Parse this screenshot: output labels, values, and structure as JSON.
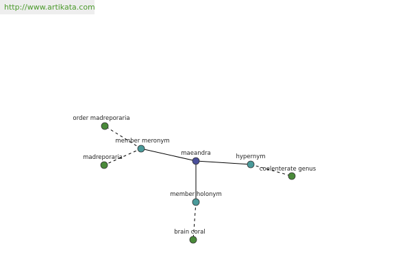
{
  "banner": {
    "url": "http://www.artikata.com"
  },
  "graph": {
    "nodes": [
      {
        "id": "maeandra",
        "label": "maeandra",
        "kind": "center"
      },
      {
        "id": "member-meronym",
        "label": "member meronym",
        "kind": "relation"
      },
      {
        "id": "hypernym",
        "label": "hypernym",
        "kind": "relation"
      },
      {
        "id": "member-holonym",
        "label": "member holonym",
        "kind": "relation"
      },
      {
        "id": "order-madreporaria",
        "label": "order madreporaria",
        "kind": "term"
      },
      {
        "id": "madreporaria",
        "label": "madreporaria",
        "kind": "term"
      },
      {
        "id": "coelenterate-genus",
        "label": "coelenterate genus",
        "kind": "term"
      },
      {
        "id": "brain-coral",
        "label": "brain coral",
        "kind": "term"
      }
    ],
    "edges": [
      {
        "from": "maeandra",
        "to": "member-meronym",
        "style": "solid"
      },
      {
        "from": "maeandra",
        "to": "hypernym",
        "style": "solid"
      },
      {
        "from": "maeandra",
        "to": "member-holonym",
        "style": "solid"
      },
      {
        "from": "member-meronym",
        "to": "order-madreporaria",
        "style": "dashed"
      },
      {
        "from": "member-meronym",
        "to": "madreporaria",
        "style": "dashed"
      },
      {
        "from": "hypernym",
        "to": "coelenterate-genus",
        "style": "dashed"
      },
      {
        "from": "member-holonym",
        "to": "brain-coral",
        "style": "dashed"
      }
    ],
    "colors": {
      "center": "#4a4f9a",
      "relation": "#4a9a9a",
      "term": "#4a8a3a",
      "outline": "#333333",
      "edge": "#000000"
    }
  }
}
